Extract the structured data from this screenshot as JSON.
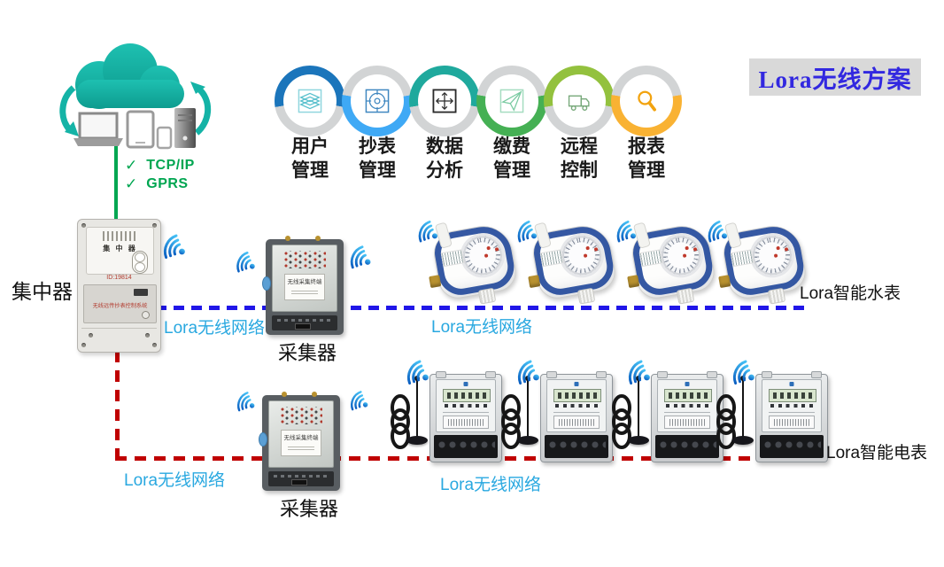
{
  "title": "Lora无线方案",
  "palette": {
    "ring_gray": "#d2d4d5",
    "cloud_teal": "#14b3a6",
    "green_line": "#00a651",
    "blue_line": "#2016e8",
    "red_line": "#c00000",
    "network_label_blue": "#29a8e0",
    "title_text_blue": "#3228e0",
    "title_bg": "#d9d9d9",
    "water_meter_band_blue": "#2a4f9e"
  },
  "cloud": {
    "check": "✓",
    "protocols": [
      "TCP/IP",
      "GPRS"
    ]
  },
  "modules": [
    {
      "line1": "用户",
      "line2": "管理",
      "color": "#1b75bb",
      "colored_half": "top",
      "icon": "layers-icon"
    },
    {
      "line1": "抄表",
      "line2": "管理",
      "color": "#3fa9f5",
      "colored_half": "bottom",
      "icon": "target-icon"
    },
    {
      "line1": "数据",
      "line2": "分析",
      "color": "#1fa99d",
      "colored_half": "top",
      "icon": "compass-arrows-icon"
    },
    {
      "line1": "缴费",
      "line2": "管理",
      "color": "#45b054",
      "colored_half": "bottom",
      "icon": "paper-plane-icon"
    },
    {
      "line1": "远程",
      "line2": "控制",
      "color": "#93c13e",
      "colored_half": "top",
      "icon": "truck-icon"
    },
    {
      "line1": "报表",
      "line2": "管理",
      "color": "#f9b233",
      "colored_half": "bottom",
      "icon": "magnifier-icon"
    }
  ],
  "devices": {
    "concentrator": {
      "label": "集中器",
      "panel_title": "集 中 器",
      "panel_id": "ID:19814",
      "panel_text": "无线远传抄表控制系统"
    },
    "collector_top": {
      "label": "采集器",
      "panel_text": "无线采集终端"
    },
    "collector_bottom": {
      "label": "采集器",
      "panel_text": "无线采集终端"
    },
    "water_meters": {
      "count": 4,
      "label": "Lora智能水表"
    },
    "electric_meters": {
      "count": 4,
      "label": "Lora智能电表"
    }
  },
  "networks": {
    "blue_labels": [
      "Lora无线网络",
      "Lora无线网络"
    ],
    "red_labels": [
      "Lora无线网络",
      "Lora无线网络"
    ]
  }
}
